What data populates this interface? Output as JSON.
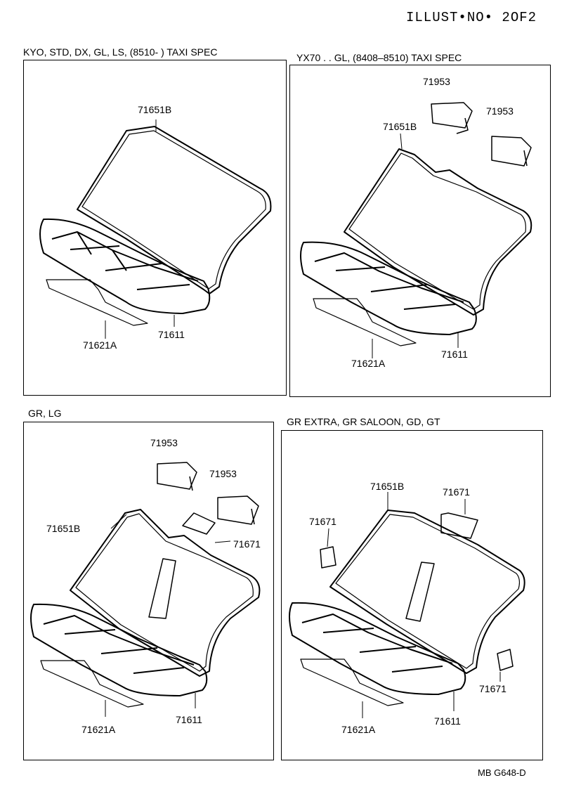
{
  "header": {
    "illust_no": "ILLUST•NO• 2OF2"
  },
  "panels": [
    {
      "title": "KYO, STD, DX, GL, LS, (8510-          ) TAXI SPEC",
      "labels": {
        "seatback": "71651B",
        "cushion": "71611",
        "board": "71621A"
      }
    },
    {
      "title": "YX70 . . GL, (8408–8510) TAXI SPEC",
      "labels": {
        "seatback": "71651B",
        "cushion": "71611",
        "board": "71621A",
        "pad1": "71953",
        "pad2": "71953"
      }
    },
    {
      "title": "GR, LG",
      "labels": {
        "seatback": "71651B",
        "cushion": "71611",
        "board": "71621A",
        "pad1": "71953",
        "pad2": "71953",
        "part": "71671"
      }
    },
    {
      "title": "GR EXTRA, GR SALOON, GD, GT",
      "labels": {
        "seatback": "71651B",
        "cushion": "71611",
        "board": "71621A",
        "part_top": "71671",
        "part_left": "71671",
        "part_right": "71671"
      }
    }
  ],
  "footer": {
    "ref": "MB G648-D"
  }
}
